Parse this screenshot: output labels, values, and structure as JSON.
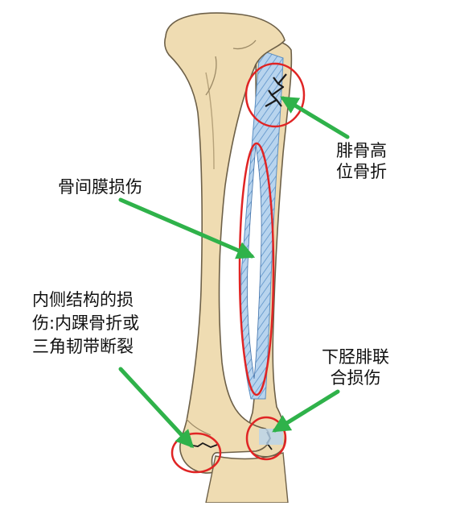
{
  "labels": {
    "fibula_fracture": [
      "腓骨高",
      "位骨折"
    ],
    "interosseous": [
      "骨间膜损伤"
    ],
    "medial": [
      "内侧结构的损",
      "伤:内踝骨折或",
      "三角韧带断裂"
    ],
    "syndesmosis": [
      "下胫腓联",
      "合损伤"
    ]
  },
  "colors": {
    "bone": "#efdcb2",
    "bone_outline": "#6d6048",
    "membrane": "#a9c8e4",
    "membrane_line": "#5c8fc2",
    "circle": "#e02424",
    "arrow": "#2fb24a",
    "crack": "#1a1a1a"
  }
}
